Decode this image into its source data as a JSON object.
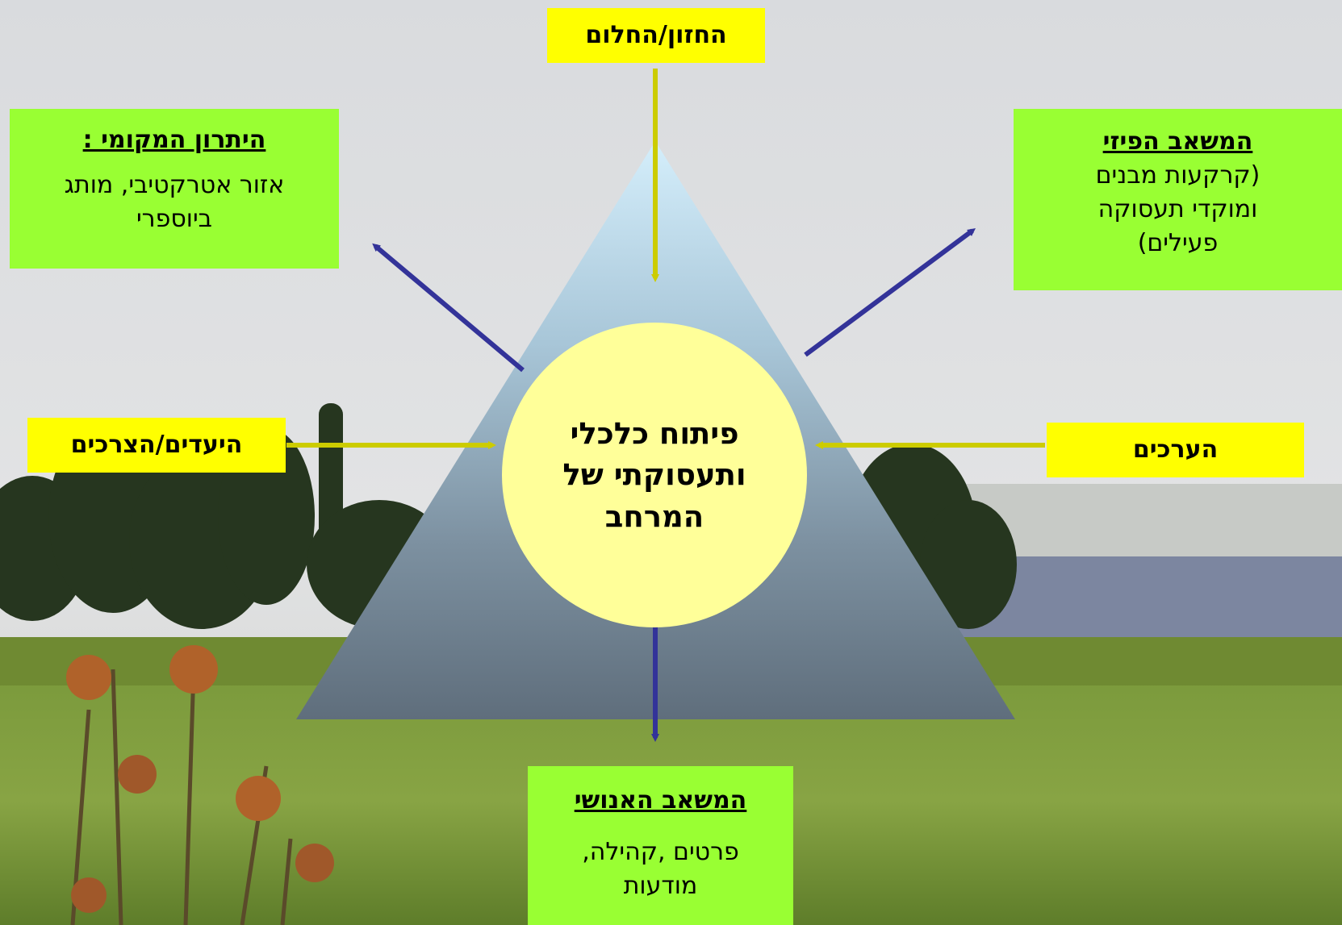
{
  "center": {
    "lines": [
      "פיתוח כלכלי",
      "ותעסוקתי של",
      "המרחב"
    ]
  },
  "top": {
    "label": "החזון/החלום"
  },
  "left_mid": {
    "label": "היעדים/הצרכים"
  },
  "right_mid": {
    "label": "הערכים"
  },
  "top_left": {
    "heading": "היתרון המקומי :",
    "lines": [
      "אזור אטרקטיבי, מותג",
      "ביוספרי"
    ]
  },
  "top_right": {
    "heading": "המשאב הפיזי",
    "lines": [
      "(קרקעות מבנים",
      "ומוקדי תעסוקה",
      "פעילים)"
    ]
  },
  "bottom": {
    "heading": "המשאב האנושי",
    "lines": [
      "פרטים ,קהילה,",
      "מודעות"
    ]
  },
  "colors": {
    "yellow_box": "#ffff00",
    "green_box": "#99ff33",
    "circle": "#ffff99",
    "arrow_blue": "#333399",
    "arrow_yellow": "#cccc00"
  }
}
